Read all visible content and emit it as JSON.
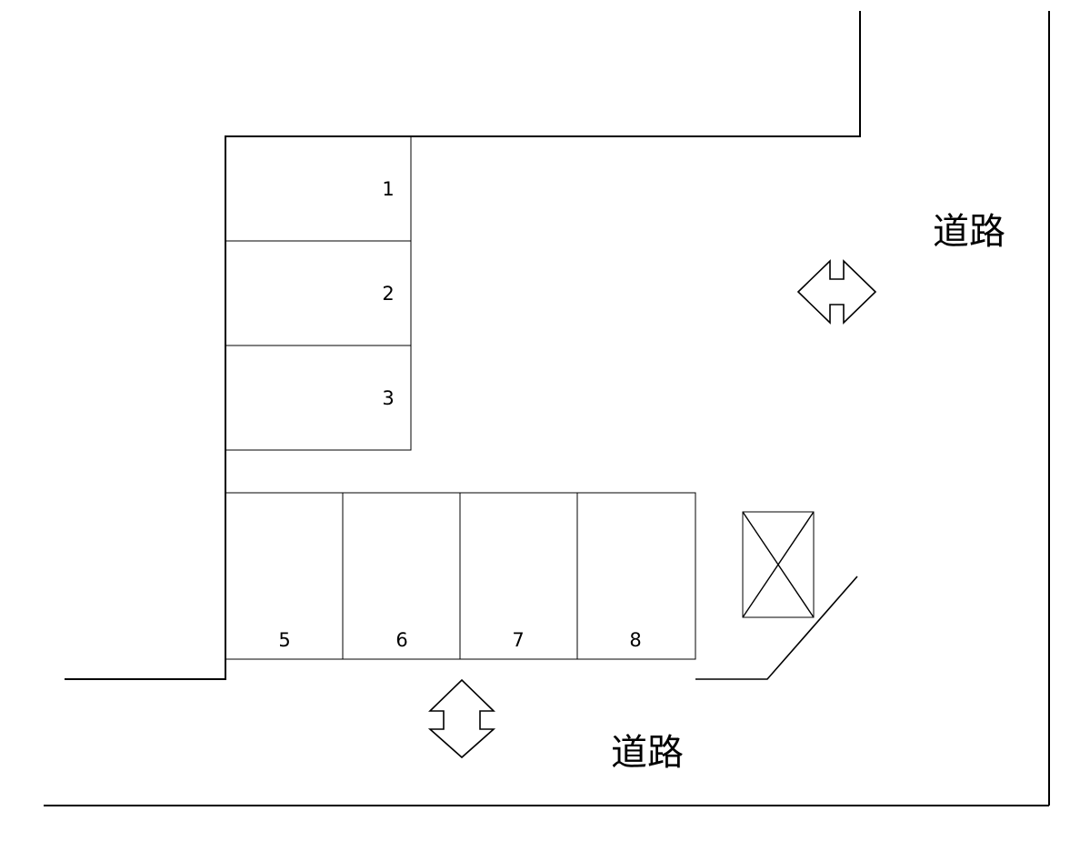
{
  "diagram": {
    "title": "parking-lot-layout-plan",
    "colors": {
      "background": "#ffffff",
      "line": "#000000",
      "text": "#000000"
    },
    "parking": {
      "column_stalls": [
        {
          "label": "1"
        },
        {
          "label": "2"
        },
        {
          "label": "3"
        }
      ],
      "row_stalls": [
        {
          "label": "5"
        },
        {
          "label": "6"
        },
        {
          "label": "7"
        },
        {
          "label": "8"
        }
      ]
    },
    "roads": {
      "right": {
        "label": "道路"
      },
      "bottom": {
        "label": "道路"
      }
    },
    "icons": [
      "two-way-traffic-arrow-horizontal-icon",
      "two-way-traffic-arrow-vertical-icon",
      "crossed-out-area-icon"
    ]
  }
}
